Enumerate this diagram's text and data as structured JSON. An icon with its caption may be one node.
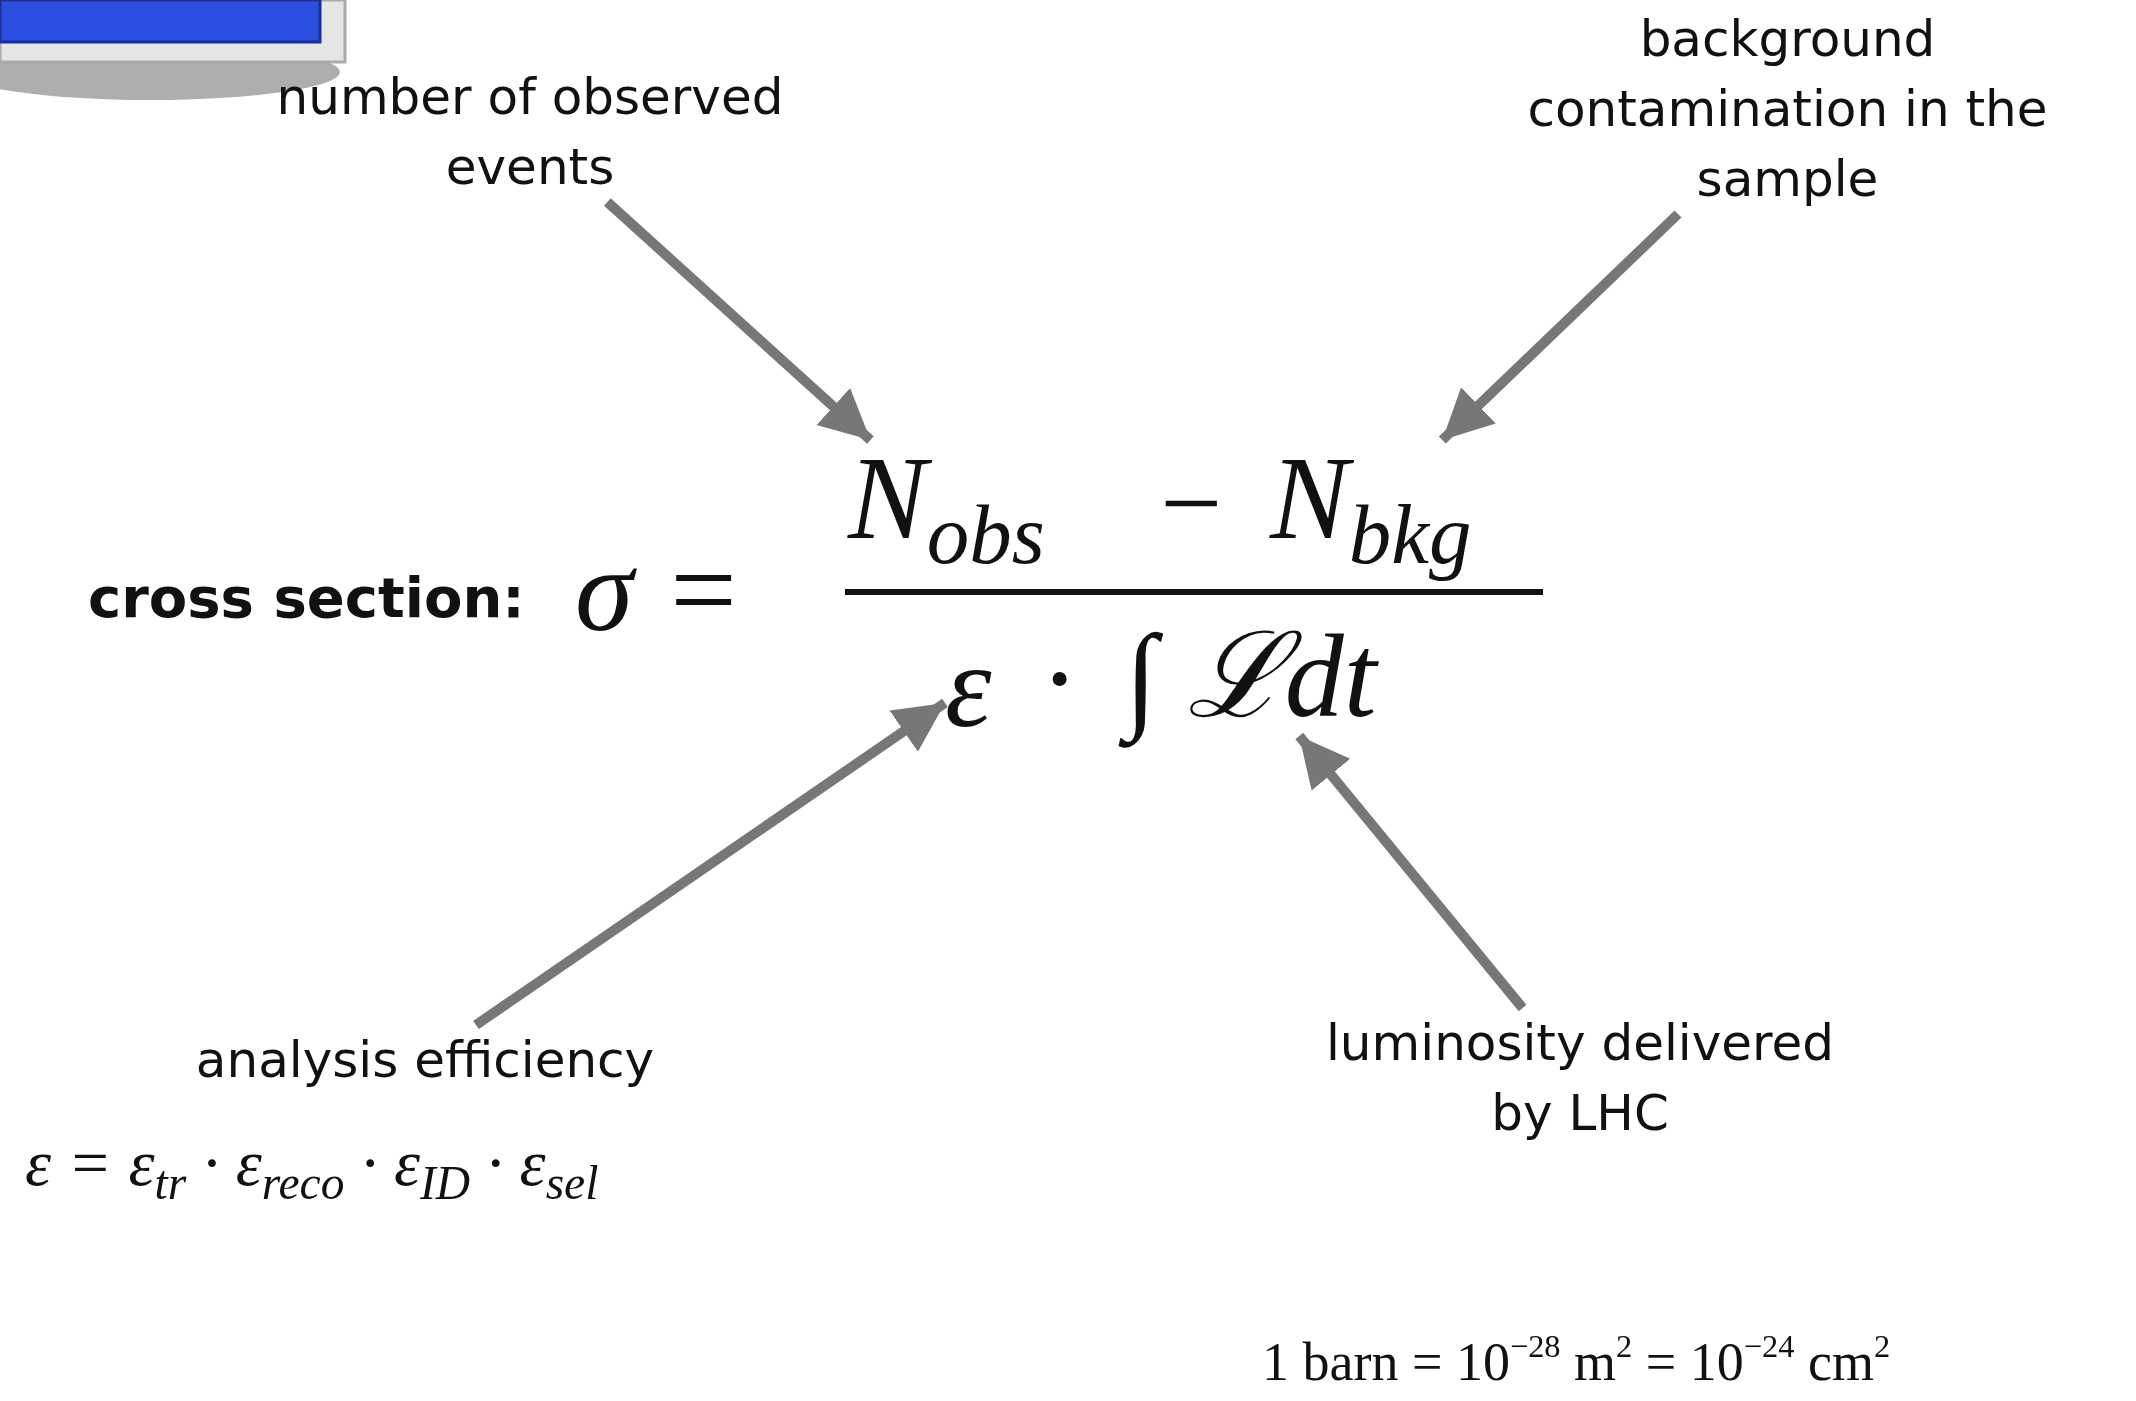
{
  "diagram": {
    "nodes": [
      {
        "text": [
          "number of observed events"
        ]
      },
      {
        "text": [
          "background contamination in the sample"
        ]
      },
      {
        "text": [
          "analysis efficiency"
        ],
        "beside": [
          "ε = ε$_{tr}$ · ε$_{reco}$ · ε$_{ID}$ · ε$_{sel}$"
        ]
      },
      {
        "text": [
          "luminosity delivered by LHC"
        ]
      },
      {
        "text": [
          "N$_{obs}$"
        ]
      },
      {
        "text": [
          "N$_{bkg}$"
        ]
      },
      {
        "text": [
          "ε"
        ]
      },
      {
        "text": [
          "∫ ℒdt"
        ]
      }
    ],
    "edges": [
      {
        "from": 0,
        "to": 4,
        "arrow": "to"
      },
      {
        "from": 1,
        "to": 5,
        "arrow": "to"
      },
      {
        "from": 2,
        "to": 6,
        "arrow": "to"
      },
      {
        "from": 3,
        "to": 7,
        "arrow": "to"
      }
    ],
    "labels": [
      "cross section:",
      "σ =",
      "−",
      "·",
      "1 barn = 10$^{−28}$ m$^{2}$ = 10$^{−24}$ cm$^{2}$"
    ]
  }
}
